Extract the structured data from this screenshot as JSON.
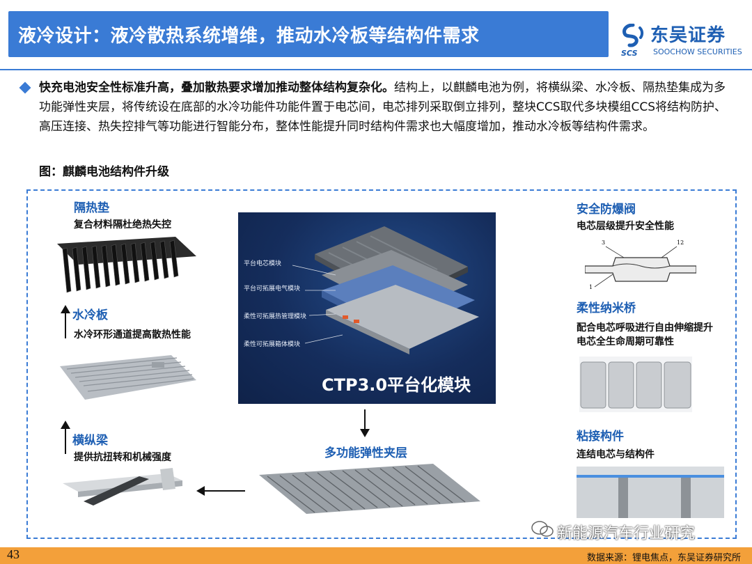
{
  "header": {
    "title": "液冷设计：液冷散热系统增维，推动水冷板等结构件需求",
    "logo_cn": "东吴证券",
    "logo_en": "SOOCHOW SECURITIES",
    "logo_abbr": "SCS"
  },
  "body": {
    "bullet_bold": "快充电池安全性标准升高，叠加散热要求增加推动整体结构复杂化。",
    "bullet_rest": "结构上，以麒麟电池为例，将横纵梁、水冷板、隔热垫集成为多功能弹性夹层，将传统设在底部的水冷功能件功能件置于电芯间，电芯排列采取倒立排列，整块CCS取代多块模组CCS将结构防护、高压连接、热失控排气等功能进行智能分布，整体性能提升同时结构件需求也大幅度增加，推动水冷板等结构件需求。",
    "figure_label": "图：麒麟电池结构件升级"
  },
  "figure": {
    "left": [
      {
        "title": "隔热垫",
        "desc": "复合材料隔杜绝热失控"
      },
      {
        "title": "水冷板",
        "desc": "水冷环形通道提高散热性能"
      },
      {
        "title": "横纵梁",
        "desc": "提供抗扭转和机械强度"
      }
    ],
    "center": {
      "layers": [
        "平台电芯模块",
        "平台可拓展电气模块",
        "柔性可拓展热管理模块",
        "柔性可拓展箱体模块"
      ],
      "module_title": "CTP3.0平台化模块",
      "bottom_label": "多功能弹性夹层"
    },
    "right": [
      {
        "title": "安全防爆阀",
        "desc": "电芯层级提升安全性能"
      },
      {
        "title": "柔性纳米桥",
        "desc": "配合电芯呼吸进行自由伸缩提升",
        "desc2": "电芯全生命周期可靠性"
      },
      {
        "title": "粘接构件",
        "desc": "连结电芯与结构件"
      }
    ],
    "valve_numbers": [
      "3",
      "12",
      "1"
    ]
  },
  "footer": {
    "page": "43",
    "source": "数据来源：锂电焦点，东吴证券研究所",
    "watermark": "新能源汽车行业研究"
  },
  "colors": {
    "primary": "#3a7bd5",
    "logo": "#1e5fb3",
    "footer": "#f3a03a"
  }
}
